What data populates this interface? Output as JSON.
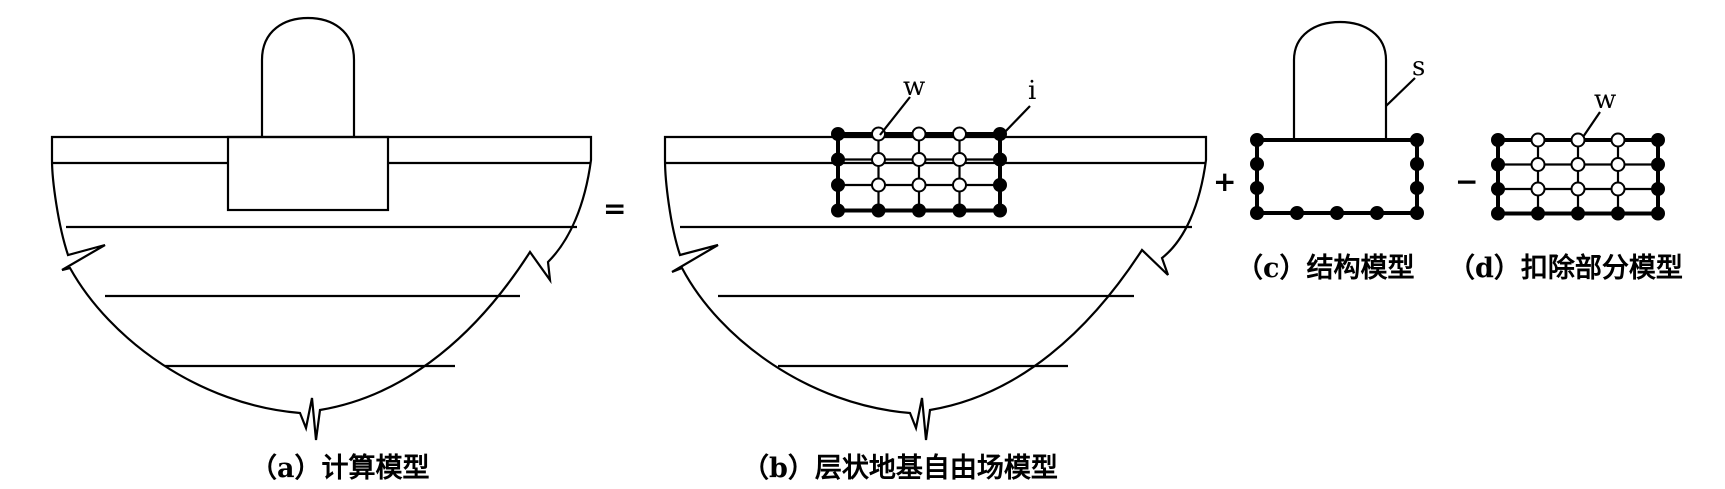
{
  "captions": {
    "a": "（a）计算模型",
    "b": "（b）层状地基自由场模型",
    "c": "（c）结构模型",
    "d": "（d）扣除部分模型"
  },
  "operators": {
    "equals": "=",
    "plus": "+",
    "minus": "−"
  },
  "labels": {
    "w_b": "w",
    "i_b": "i",
    "s_c": "s",
    "w_d": "w"
  }
}
